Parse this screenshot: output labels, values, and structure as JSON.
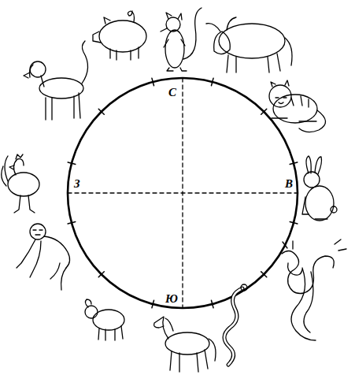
{
  "diagram": {
    "labels": [
      "С",
      "В",
      "Ю",
      "З"
    ]
  }
}
